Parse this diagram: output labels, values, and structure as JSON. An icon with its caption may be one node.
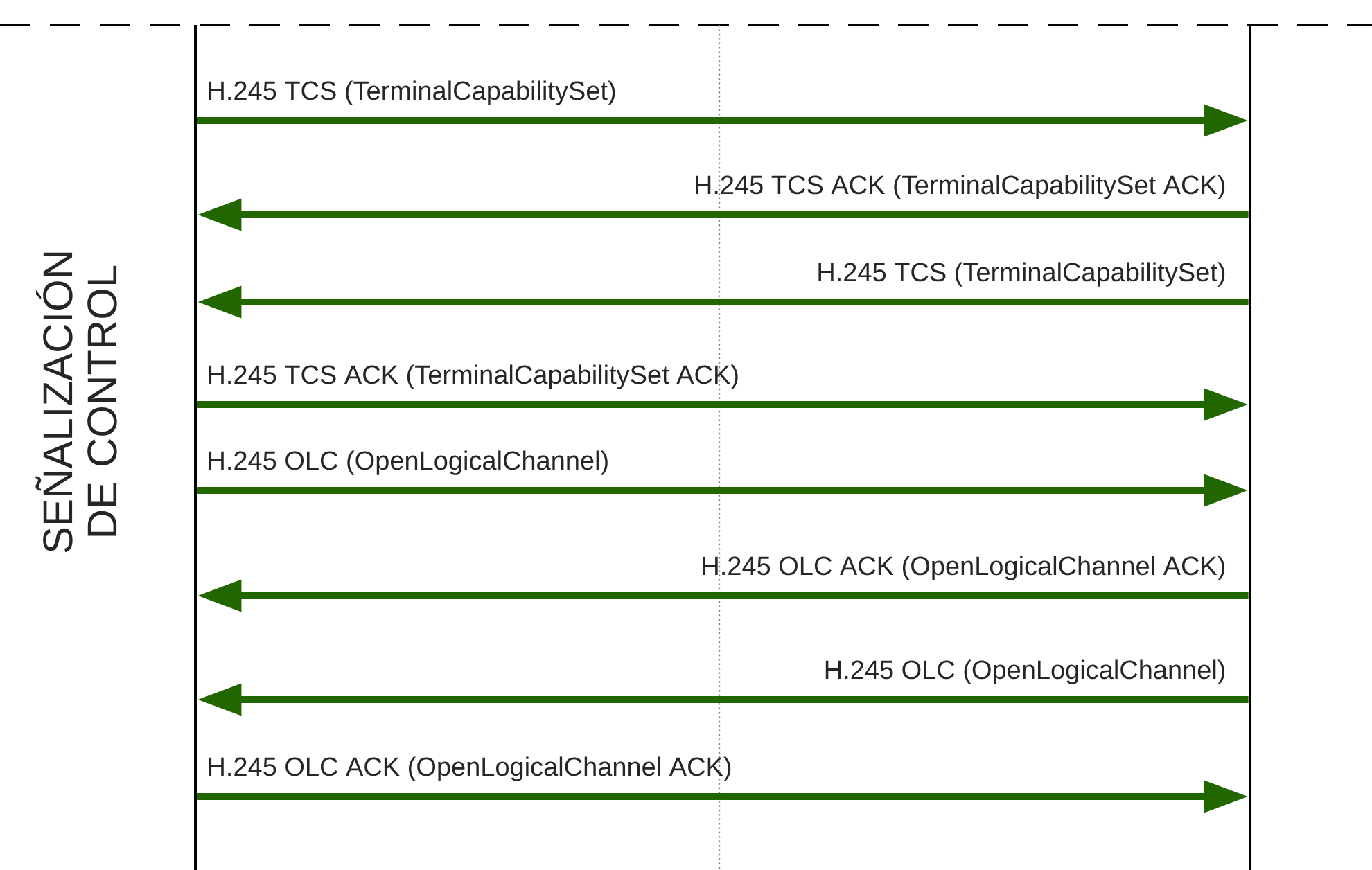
{
  "diagram": {
    "nodes": [
      {
        "text": [],
        "shape": "bar"
      },
      {
        "text": [],
        "shape": "bar"
      }
    ],
    "edges": [
      {
        "from": 0,
        "to": 1,
        "arrow": "to",
        "label": "H.245 TCS (TerminalCapabilitySet)"
      },
      {
        "from": 1,
        "to": 0,
        "arrow": "to",
        "label": "H.245 TCS ACK (TerminalCapabilitySet ACK)"
      },
      {
        "from": 1,
        "to": 0,
        "arrow": "to",
        "label": "H.245 TCS (TerminalCapabilitySet)"
      },
      {
        "from": 0,
        "to": 1,
        "arrow": "to",
        "label": "H.245 TCS ACK (TerminalCapabilitySet ACK)"
      },
      {
        "from": 0,
        "to": 1,
        "arrow": "to",
        "label": "H.245 OLC (OpenLogicalChannel)"
      },
      {
        "from": 1,
        "to": 0,
        "arrow": "to",
        "label": "H.245 OLC ACK (OpenLogicalChannel ACK)"
      },
      {
        "from": 1,
        "to": 0,
        "arrow": "to",
        "label": "H.245 OLC (OpenLogicalChannel)"
      },
      {
        "from": 0,
        "to": 1,
        "arrow": "to",
        "label": "H.245 OLC ACK (OpenLogicalChannel ACK)"
      }
    ],
    "labels": [
      "SEÑALIZACIÓN DE CONTROL"
    ]
  }
}
